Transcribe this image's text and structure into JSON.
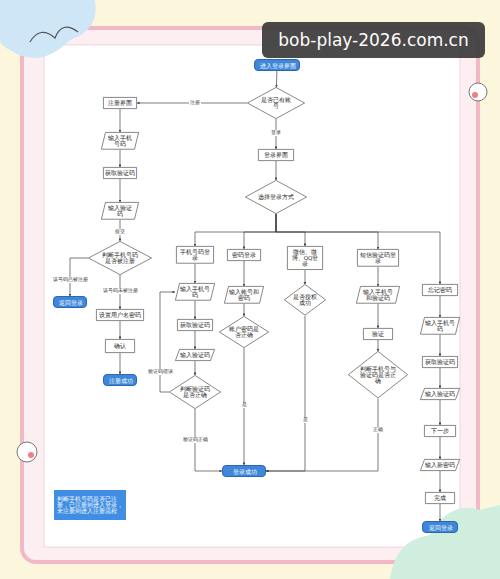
{
  "diagram": {
    "nodes": [
      {
        "text": [
          "进入登录界面"
        ]
      },
      {
        "text": [
          "是否已有账号"
        ]
      },
      {
        "text": [
          "注册界面"
        ]
      },
      {
        "text": [
          "输入手机号码"
        ]
      },
      {
        "text": [
          "获取验证码"
        ]
      },
      {
        "text": [
          "输入验证码"
        ]
      },
      {
        "text": [
          "判断手机号码是否被注册"
        ]
      },
      {
        "text": [
          "返回登录"
        ]
      },
      {
        "text": [
          "设置用户名密码"
        ]
      },
      {
        "text": [
          "确认"
        ]
      },
      {
        "text": [
          "注册成功"
        ]
      },
      {
        "text": [
          "登录界面"
        ]
      },
      {
        "text": [
          "选择登录方式"
        ]
      },
      {
        "text": [
          "手机号码登录"
        ]
      },
      {
        "text": [
          "输入手机号码"
        ]
      },
      {
        "text": [
          "获取验证码"
        ]
      },
      {
        "text": [
          "输入验证码"
        ]
      },
      {
        "text": [
          "判断验证码是否正确"
        ]
      },
      {
        "text": [
          "密码登录"
        ]
      },
      {
        "text": [
          "输入账号和密码"
        ]
      },
      {
        "text": [
          "账户密码是否正确"
        ]
      },
      {
        "text": [
          "微信、微博、QQ登录"
        ]
      },
      {
        "text": [
          "是否授权成功"
        ]
      },
      {
        "text": [
          "短信验证码登录"
        ]
      },
      {
        "text": [
          "输入手机号和验证码"
        ]
      },
      {
        "text": [
          "验证"
        ]
      },
      {
        "text": [
          "判断手机号与验证码是否正确"
        ]
      },
      {
        "text": [
          "忘记密码"
        ]
      },
      {
        "text": [
          "输入手机号码"
        ]
      },
      {
        "text": [
          "获取验证码"
        ]
      },
      {
        "text": [
          "输入验证码"
        ]
      },
      {
        "text": [
          "下一步"
        ]
      },
      {
        "text": [
          "输入新密码"
        ]
      },
      {
        "text": [
          "完成"
        ]
      },
      {
        "text": [
          "返回登录"
        ]
      },
      {
        "text": [
          "登录成功"
        ]
      },
      {
        "text": [
          "判断手机号码是否已注册，已注册则进入登录，未注册则进入注册流程"
        ]
      }
    ],
    "edges": [
      {
        "from": 0,
        "to": 1,
        "arrow": "to"
      },
      {
        "from": 1,
        "to": 2,
        "label": "注册",
        "arrow": "to"
      },
      {
        "from": 1,
        "to": 11,
        "label": "登录",
        "arrow": "to"
      },
      {
        "from": 2,
        "to": 3,
        "arrow": "to"
      },
      {
        "from": 3,
        "to": 4,
        "arrow": "to"
      },
      {
        "from": 4,
        "to": 5,
        "arrow": "to"
      },
      {
        "from": 5,
        "to": 6,
        "label": "提交",
        "arrow": "to"
      },
      {
        "from": 6,
        "to": 7,
        "label": "该号码已被注册",
        "arrow": "to"
      },
      {
        "from": 6,
        "to": 8,
        "label": "该号码未被注册",
        "arrow": "to"
      },
      {
        "from": 8,
        "to": 9,
        "arrow": "to"
      },
      {
        "from": 9,
        "to": 10,
        "arrow": "to"
      },
      {
        "from": 11,
        "to": 12,
        "arrow": "to"
      },
      {
        "from": 12,
        "to": 13,
        "arrow": "to"
      },
      {
        "from": 12,
        "to": 18,
        "arrow": "to"
      },
      {
        "from": 12,
        "to": 21,
        "arrow": "to"
      },
      {
        "from": 12,
        "to": 23,
        "arrow": "to"
      },
      {
        "from": 12,
        "to": 27,
        "arrow": "to"
      },
      {
        "from": 13,
        "to": 14,
        "arrow": "to"
      },
      {
        "from": 14,
        "to": 15,
        "arrow": "to"
      },
      {
        "from": 15,
        "to": 16,
        "arrow": "to"
      },
      {
        "from": 16,
        "to": 17,
        "arrow": "to"
      },
      {
        "from": 17,
        "to": 35,
        "label": "验证码正确",
        "arrow": "to"
      },
      {
        "from": 17,
        "to": 14,
        "label": "验证码错误",
        "arrow": "to"
      },
      {
        "from": 18,
        "to": 19,
        "arrow": "to"
      },
      {
        "from": 19,
        "to": 20,
        "arrow": "to"
      },
      {
        "from": 20,
        "to": 35,
        "label": "是",
        "arrow": "to"
      },
      {
        "from": 21,
        "to": 22,
        "arrow": "to"
      },
      {
        "from": 22,
        "to": 35,
        "label": "是",
        "arrow": "to"
      },
      {
        "from": 23,
        "to": 24,
        "arrow": "to"
      },
      {
        "from": 24,
        "to": 25,
        "arrow": "to"
      },
      {
        "from": 25,
        "to": 26,
        "arrow": "to"
      },
      {
        "from": 26,
        "to": 35,
        "label": "正确",
        "arrow": "to"
      },
      {
        "from": 27,
        "to": 28,
        "arrow": "to"
      },
      {
        "from": 28,
        "to": 29,
        "arrow": "to"
      },
      {
        "from": 29,
        "to": 30,
        "arrow": "to"
      },
      {
        "from": 30,
        "to": 31,
        "arrow": "to"
      },
      {
        "from": 31,
        "to": 32,
        "arrow": "to"
      },
      {
        "from": 32,
        "to": 33,
        "arrow": "to"
      },
      {
        "from": 33,
        "to": 34,
        "arrow": "to"
      }
    ],
    "labels": [
      "bob-play-2026.com.cn"
    ]
  }
}
